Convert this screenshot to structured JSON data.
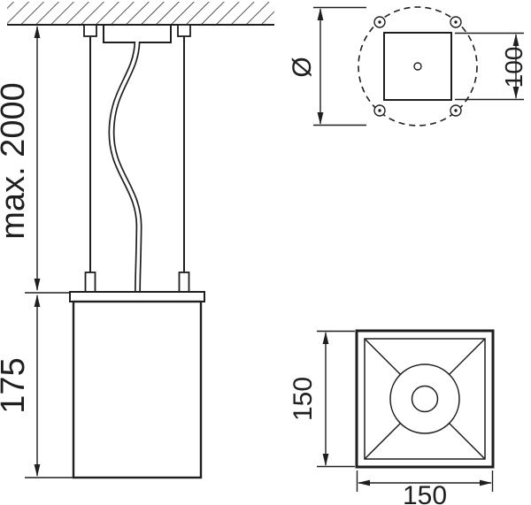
{
  "colors": {
    "background": "#ffffff",
    "line": "#1f1f1f"
  },
  "dimensions": {
    "suspension_max": "max. 2000",
    "body_height": "175",
    "canopy_diameter_symbol": "Ø",
    "canopy_width": "100",
    "bottom_view_height": "150",
    "bottom_view_width": "150"
  }
}
